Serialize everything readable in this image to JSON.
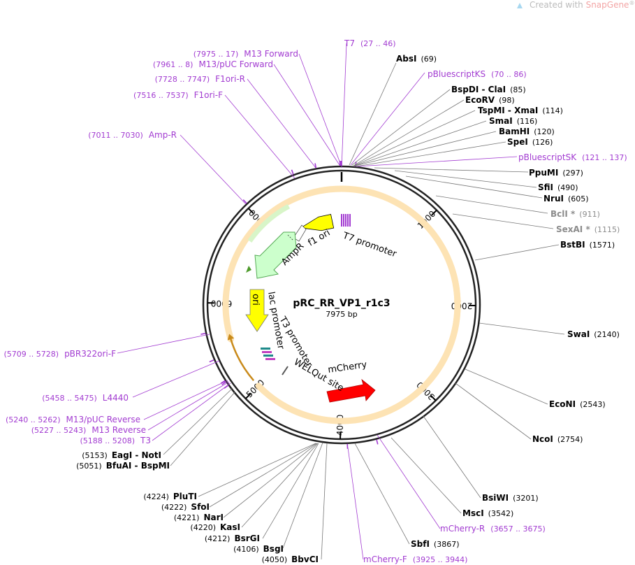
{
  "watermark": {
    "prefix": "Created with ",
    "brand": "SnapGene",
    "reg": "®"
  },
  "plasmid": {
    "name": "pRC_RR_VP1_r1c3",
    "size": "7975 bp",
    "length": 7975
  },
  "tick_labels": [
    "1000",
    "2000",
    "3000",
    "4000",
    "5000",
    "6000",
    "7000"
  ],
  "features": [
    {
      "label": "T7 promoter"
    },
    {
      "label": "f1 ori"
    },
    {
      "label": "AmpR"
    },
    {
      "label": "ori"
    },
    {
      "label": "lac promoter"
    },
    {
      "label": "T3 promoter"
    },
    {
      "label": "WELQut site"
    },
    {
      "label": "mCherry"
    }
  ],
  "sites": [
    {
      "name": "AbsI",
      "pos": "(69)"
    },
    {
      "name": "BspDI  - ClaI",
      "pos": "(85)"
    },
    {
      "name": "EcoRV",
      "pos": "(98)"
    },
    {
      "name": "TspMI  - XmaI",
      "pos": "(114)"
    },
    {
      "name": "SmaI",
      "pos": "(116)"
    },
    {
      "name": "BamHI",
      "pos": "(120)"
    },
    {
      "name": "SpeI",
      "pos": "(126)"
    },
    {
      "name": "PpuMI",
      "pos": "(297)"
    },
    {
      "name": "SfiI",
      "pos": "(490)"
    },
    {
      "name": "NruI",
      "pos": "(605)"
    },
    {
      "name": "BclI *",
      "pos": "(911)"
    },
    {
      "name": "SexAI *",
      "pos": "(1115)"
    },
    {
      "name": "BstBI",
      "pos": "(1571)"
    },
    {
      "name": "SwaI",
      "pos": "(2140)"
    },
    {
      "name": "EcoNI",
      "pos": "(2543)"
    },
    {
      "name": "NcoI",
      "pos": "(2754)"
    },
    {
      "name": "BsiWI",
      "pos": "(3201)"
    },
    {
      "name": "MscI",
      "pos": "(3542)"
    },
    {
      "name": "SbfI",
      "pos": "(3867)"
    },
    {
      "name": "BbvCI",
      "pos": "(4050)"
    },
    {
      "name": "BsgI",
      "pos": "(4106)"
    },
    {
      "name": "BsrGI",
      "pos": "(4212)"
    },
    {
      "name": "KasI",
      "pos": "(4220)"
    },
    {
      "name": "NarI",
      "pos": "(4221)"
    },
    {
      "name": "SfoI",
      "pos": "(4222)"
    },
    {
      "name": "PluTI",
      "pos": "(4224)"
    },
    {
      "name": "BfuAI  - BspMI",
      "pos": "(5051)"
    },
    {
      "name": "EagI  - NotI",
      "pos": "(5153)"
    }
  ],
  "primers": [
    {
      "name": "T7",
      "pos": "(27 .. 46)"
    },
    {
      "name": "pBluescriptKS",
      "pos": "(70 .. 86)"
    },
    {
      "name": "pBluescriptSK",
      "pos": "(121 .. 137)"
    },
    {
      "name": "mCherry-R",
      "pos": "(3657 .. 3675)"
    },
    {
      "name": "mCherry-F",
      "pos": "(3925 .. 3944)"
    },
    {
      "name": "T3",
      "pos": "(5188 .. 5208)"
    },
    {
      "name": "M13 Reverse",
      "pos": "(5227 .. 5243)"
    },
    {
      "name": "M13/pUC Reverse",
      "pos": "(5240 .. 5262)"
    },
    {
      "name": "L4440",
      "pos": "(5458 .. 5475)"
    },
    {
      "name": "pBR322ori-F",
      "pos": "(5709 .. 5728)"
    },
    {
      "name": "Amp-R",
      "pos": "(7011 .. 7030)"
    },
    {
      "name": "F1ori-F",
      "pos": "(7516 .. 7537)"
    },
    {
      "name": "F1ori-R",
      "pos": "(7728 .. 7747)"
    },
    {
      "name": "M13/pUC Forward",
      "pos": "(7961 .. 8)"
    },
    {
      "name": "M13 Forward",
      "pos": "(7975 .. 17)"
    }
  ],
  "colors": {
    "backbone": "#222222",
    "primer": "#a23bd1",
    "orf_stroke": "#c98a1a",
    "orf_glow": "#fde3b4",
    "promoter": "#ffff00",
    "ampr_fill": "#ccffcc",
    "ampr_stroke": "#55aa55",
    "mcherry": "#ff0000",
    "green_arc": "#4c9a2a",
    "site_grey": "#8c8c8c"
  }
}
